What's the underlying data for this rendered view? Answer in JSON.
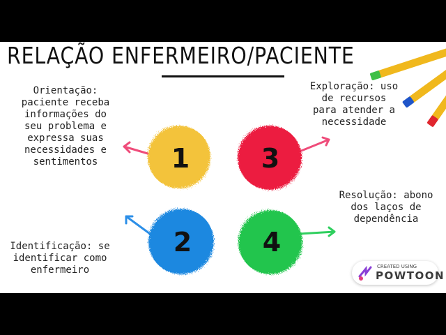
{
  "title": "RELAÇÃO ENFERMEIRO/PACIENTE",
  "circles": [
    {
      "number": "1",
      "color": "#f3c33b"
    },
    {
      "number": "3",
      "color": "#ec1d3f"
    },
    {
      "number": "2",
      "color": "#1e88e0"
    },
    {
      "number": "4",
      "color": "#22c54e"
    }
  ],
  "arrow_color": "#ef4c7a",
  "arrow_color_blue": "#2c8fe8",
  "arrow_color_green": "#2fcf5e",
  "texts": {
    "orientacao": "Orientação:\npaciente receba\ninformações do\nseu problema e\nexpressa suas\nnecessidades e\nsentimentos",
    "exploracao": "Exploração: uso\nde recursos\npara atender a\nnecessidade",
    "resolucao": "Resolução: abono\ndos laços de\ndependência",
    "identificacao": "Identificação: se\nidentificar como\nenfermeiro"
  },
  "badge": {
    "small": "CREATED USING",
    "brand": "POWTOON"
  }
}
